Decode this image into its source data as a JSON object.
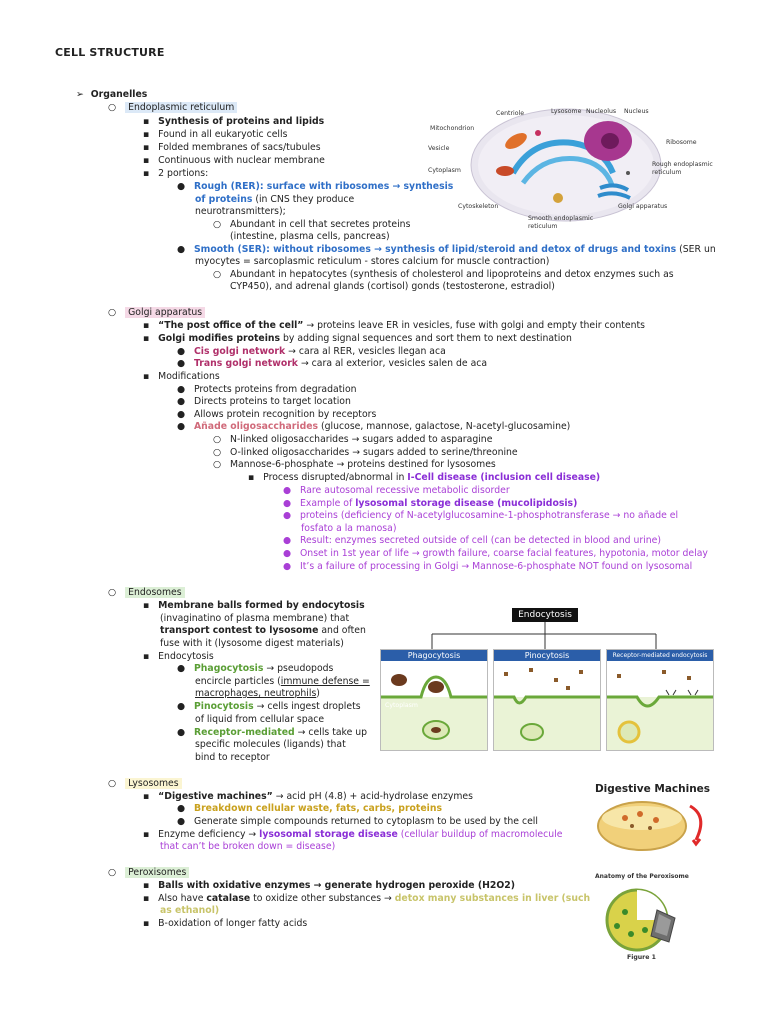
{
  "title": "CELL STRUCTURE",
  "organelles_heading": "Organelles",
  "er": {
    "heading": "Endoplasmic reticulum",
    "b1": "Synthesis of proteins and lipids",
    "b2": "Found in all eukaryotic cells",
    "b3": "Folded membranes of sacs/tubules",
    "b4": "Continuous with nuclear membrane",
    "b5": "2 portions:",
    "rer_a": "Rough (RER): surface with ribosomes → synthesis",
    "rer_b": "of proteins",
    "rer_c": " (in CNS they produce",
    "rer_d": "neurotransmitters);",
    "rer_sub1": "Abundant in cell that secretes proteins",
    "rer_sub2": "(intestine, plasma cells, pancreas)",
    "ser_a": "Smooth (SER): without ribosomes → synthesis of lipid/steroid and detox of drugs and toxins",
    "ser_b": " (SER un",
    "ser_c": "myocytes = sarcoplasmic reticulum - stores calcium for muscle contraction)",
    "ser_sub1": "Abundant in hepatocytes (synthesis of cholesterol and lipoproteins and detox enzymes such as",
    "ser_sub2": "CYP450), and adrenal glands (cortisol) gonds (testosterone, estradiol)"
  },
  "cell_figure": {
    "labels": [
      "Centriole",
      "Lysosome",
      "Nucleolus",
      "Nucleus",
      "Mitochondrion",
      "Ribosome",
      "Vesicle",
      "Rough endoplasmic",
      "reticulum",
      "Cytoplasm",
      "Cytoskeleton",
      "Smooth endoplasmic",
      "reticulum",
      "Golgi apparatus"
    ]
  },
  "golgi": {
    "heading": "Golgi apparatus",
    "b1a": "“The post office of the cell”",
    "b1b": " → proteins leave ER in vesicles, fuse with golgi and empty their contents",
    "b2a": "Golgi modifies proteins",
    "b2b": " by adding signal sequences and sort them to next destination",
    "cis_a": "Cis golgi network",
    "cis_b": " → cara al RER, vesicles llegan aca",
    "trans_a": "Trans golgi network",
    "trans_b": " → cara al exterior, vesicles salen de aca",
    "mod": "Modifications",
    "m1": "Protects proteins from degradation",
    "m2": "Directs proteins to target location",
    "m3": "Allows protein recognition by receptors",
    "m4a": "Añade oligosaccharides",
    "m4b": "  (glucose, mannose, galactose, N-acetyl-glucosamine)",
    "o1": "N-linked oligosaccharides → sugars added to asparagine",
    "o2": "O-linked oligosaccharides → sugars added to serine/threonine",
    "o3": "Mannose-6-phosphate → proteins destined for lysosomes",
    "p1a": "Process disrupted/abnormal in ",
    "p1b": "I-Cell disease (inclusion cell disease)",
    "i1": "Rare autosomal recessive metabolic disorder",
    "i2a": "Example of ",
    "i2b": "lysosomal storage disease (mucolipidosis)",
    "i3a": "proteins (deficiency of N-acetylglucosamine-1-phosphotransferase → no añade el",
    "i3b": "fosfato a la manosa)",
    "i4": "Result: enzymes secreted outside of cell (can be detected in blood and urine)",
    "i5": "Onset in 1st year of life → growth failure, coarse facial features, hypotonia, motor delay",
    "i6": "It’s a failure of processing in Golgi → Mannose-6-phosphate NOT found on lysosomal"
  },
  "endo": {
    "heading": "Endosomes",
    "b1a": "Membrane balls  formed by endocytosis",
    "b1b": "(invaginatino of plasma membrane) that",
    "b1c": "transport contest to lysosome",
    "b1d": " and often",
    "b1e": "fuse with it (lysosome digest materials)",
    "b2": "Endocytosis",
    "ph_a": "Phagocytosis",
    "ph_b": " → pseudopods",
    "ph_c": "encircle particles (",
    "ph_d": "immune defense =",
    "ph_e": "macrophages, neutrophils",
    "ph_f": ")",
    "pi_a": "Pinocytosis",
    "pi_b": " → cells ingest droplets",
    "pi_c": "of liquid from cellular space",
    "rm_a": "Receptor-mediated",
    "rm_b": " → cells take up",
    "rm_c": "specific molecules (ligands) that",
    "rm_d": "bind to receptor"
  },
  "endo_figure": {
    "title": "Endocytosis",
    "panel1": "Phagocytosis",
    "panel2": "Pinocytosis",
    "panel3": "Receptor-mediated endocytosis",
    "cytoplasm": "Cytoplasm"
  },
  "lyso": {
    "heading": "Lysosomes",
    "b1a": "“Digestive machines”",
    "b1b": " → acid pH (4.8) + acid-hydrolase enzymes",
    "s1": "Breakdown cellular waste, fats, carbs, proteins",
    "s2": "Generate simple compounds returned to cytoplasm to be used by the cell",
    "b2a": "Enzyme deficiency → ",
    "b2b": "lysosomal storage disease",
    "b2c": " (cellular buildup of macromolecule",
    "b2d": "that can’t be broken down = disease)"
  },
  "lyso_figure": {
    "title": "Digestive Machines"
  },
  "perox": {
    "heading": "Peroxisomes",
    "b1": "Balls with oxidative enzymes → generate hydrogen peroxide (H2O2)",
    "b2a": "Also have ",
    "b2b": "catalase",
    "b2c": " to oxidize other substances → ",
    "b2d": "detox many substances in liver (such",
    "b2e": "as ethanol)",
    "b3": "B-oxidation of longer fatty acids"
  },
  "perox_figure": {
    "title": "Anatomy of the Peroxisome",
    "caption": "Figure 1"
  },
  "colors": {
    "blue": "#2f6fc7",
    "magenta": "#b0306a",
    "purple": "#a93fd6",
    "green": "#5a9e35",
    "gold": "#c9a11e"
  }
}
